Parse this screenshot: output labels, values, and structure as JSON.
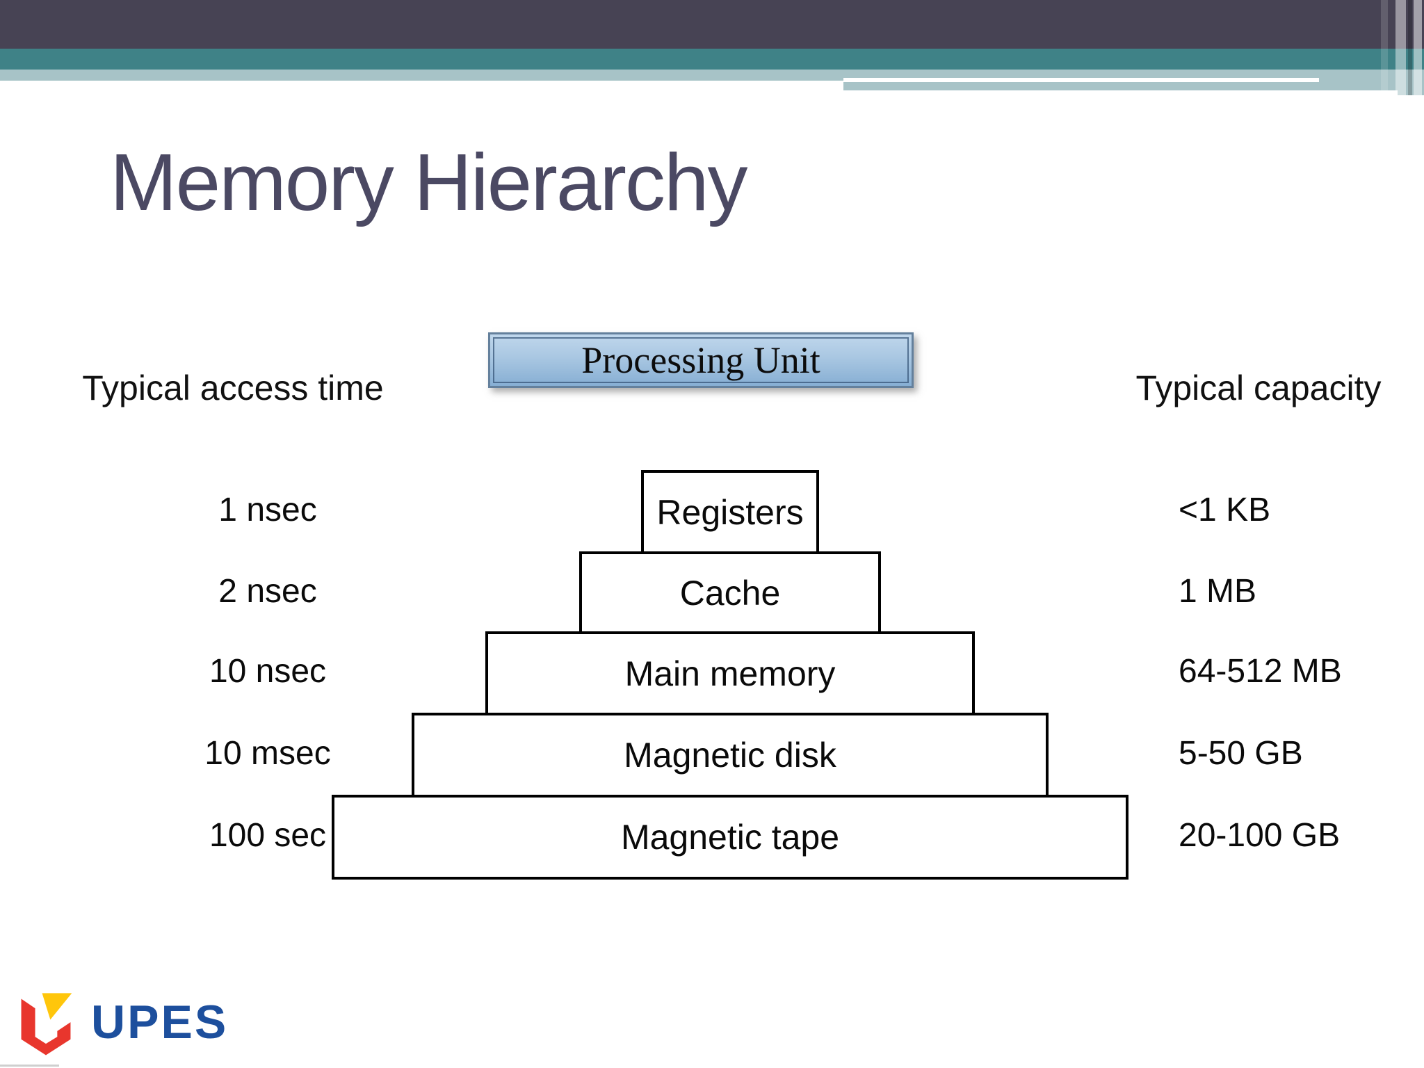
{
  "title": "Memory Hierarchy",
  "columns": {
    "access_time_header": "Typical access time",
    "capacity_header": "Typical capacity"
  },
  "processing_unit_label": "Processing Unit",
  "levels": [
    {
      "name": "Registers",
      "access_time": "1 nsec",
      "capacity": "<1 KB"
    },
    {
      "name": "Cache",
      "access_time": "2 nsec",
      "capacity": "1 MB"
    },
    {
      "name": "Main memory",
      "access_time": "10 nsec",
      "capacity": "64-512 MB"
    },
    {
      "name": "Magnetic disk",
      "access_time": "10 msec",
      "capacity": "5-50 GB"
    },
    {
      "name": "Magnetic tape",
      "access_time": "100 sec",
      "capacity": "20-100 GB"
    }
  ],
  "logo": {
    "text": "UPES"
  },
  "colors": {
    "header_dark": "#474354",
    "header_teal": "#3F8287",
    "header_band_gray": "#A7C3C7",
    "title_text": "#4B4963",
    "processing_box_fill_top": "#C0D7EC",
    "processing_box_fill_bottom": "#86AED3",
    "processing_box_border": "#64809C",
    "diagram_line": "#000000",
    "logo_blue": "#1D4F9D",
    "logo_red": "#E8362D",
    "logo_yellow": "#FFC60B"
  }
}
